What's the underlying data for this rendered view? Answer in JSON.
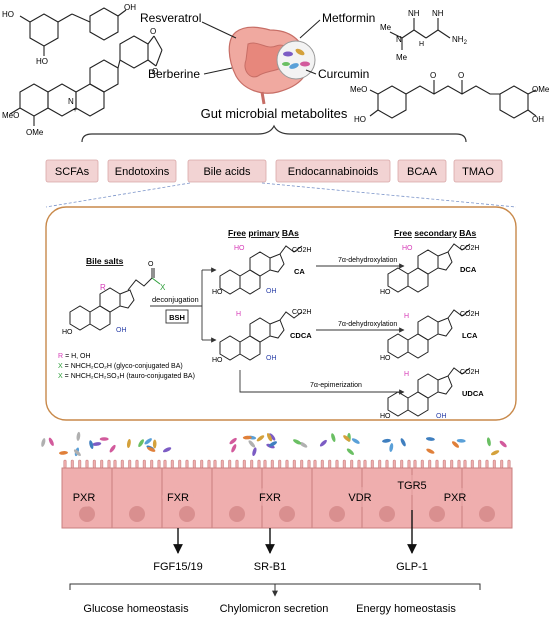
{
  "compounds": {
    "resveratrol": "Resveratrol",
    "metformin": "Metformin",
    "berberine": "Berberine",
    "curcumin": "Curcumin"
  },
  "heading": "Gut microbial metabolites",
  "chem_labels": {
    "ho": "HO",
    "oh": "OH",
    "ome": "OMe",
    "meo": "MeO",
    "o": "O",
    "n": "N",
    "nh": "NH",
    "nh2": "NH",
    "nh2_sub": "2",
    "me": "Me",
    "n_plus": "+",
    "co2h": "CO2H",
    "h": "H",
    "r": "R",
    "x": "X"
  },
  "categories": [
    "SCFAs",
    "Endotoxins",
    "Bile acids",
    "Endocannabinoids",
    "BCAA",
    "TMAO"
  ],
  "bile_panel": {
    "bile_salts": "Bile salts",
    "free_primary": "Free primary BAs",
    "free_primary_a": "Free",
    "free_primary_b": "primary",
    "free_primary_c": "BAs",
    "free_secondary_a": "Free",
    "free_secondary_b": "secondary",
    "free_secondary_c": "BAs",
    "deconjugation": "deconjugation",
    "bsh": "BSH",
    "ca": "CA",
    "cdca": "CDCA",
    "dca": "DCA",
    "lca": "LCA",
    "udca": "UDCA",
    "dehydroxylation1": "7α-dehydroxylation",
    "dehydroxylation2": "7α-dehydroxylation",
    "epimerization": "7α-epimerization",
    "legend_r": "= H, OH",
    "legend_x1": "= NHCH₂CO₂H (glyco-conjugated BA)",
    "legend_x2": "= NHCH₂CH₂SO₃H (tauro-conjugated BA)"
  },
  "receptors": [
    "PXR",
    "FXR",
    "FXR",
    "VDR",
    "TGR5",
    "PXR"
  ],
  "hormones": [
    "FGF15/19",
    "SR-B1",
    "GLP-1"
  ],
  "outcomes": [
    "Glucose homeostasis",
    "Chylomicron secretion",
    "Energy homeostasis"
  ],
  "colors": {
    "box_fill": "#f2d3d3",
    "box_stroke": "#d9a7a7",
    "panel_stroke": "#c8894a",
    "magenta": "#d63bb8",
    "green": "#2e9e3a",
    "blue": "#2a3fa8",
    "cell_fill": "#efaeae",
    "cell_stroke": "#c97f7f",
    "nucleus": "#d98f8f"
  }
}
